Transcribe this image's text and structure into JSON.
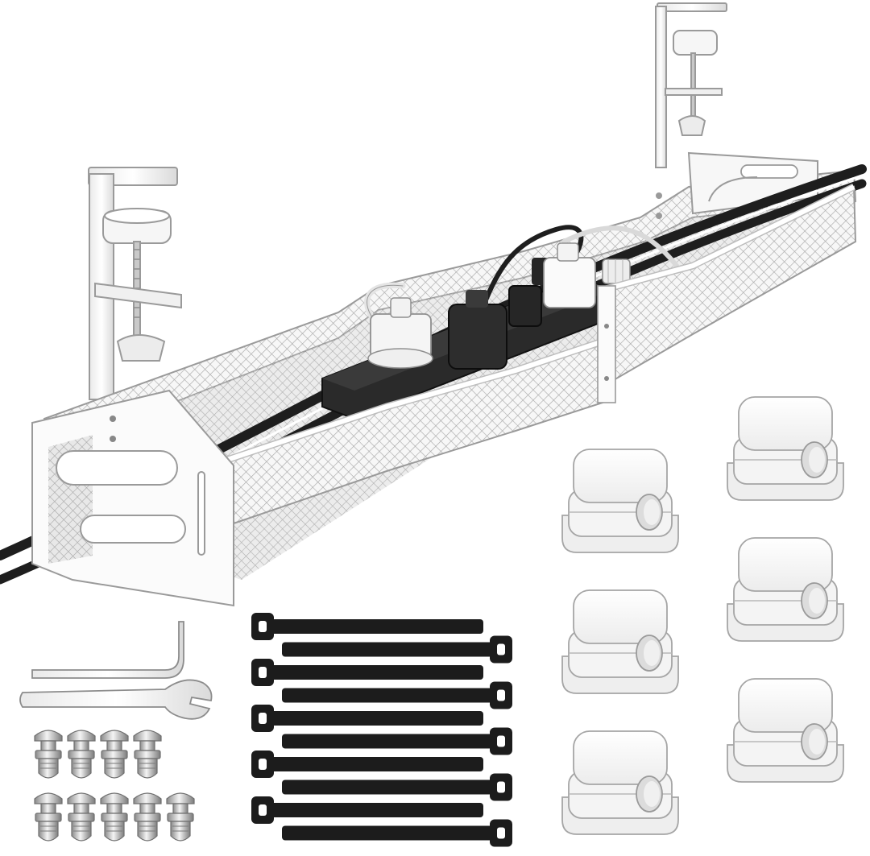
{
  "scene": {
    "items": [
      {
        "id": "cable-tray",
        "icon": "mesh-cable-tray",
        "color": "#ffffff"
      },
      {
        "id": "desk-clamp",
        "icon": "c-clamp",
        "count": 2
      },
      {
        "id": "power-strip",
        "icon": "power-strip",
        "color": "#2a2a2a"
      },
      {
        "id": "cable-clip",
        "icon": "adhesive-cable-clip",
        "count": 6
      },
      {
        "id": "cable-tie",
        "icon": "velcro-strap",
        "count": 10,
        "color": "#1c1c1c"
      },
      {
        "id": "hex-key",
        "icon": "allen-wrench",
        "count": 1
      },
      {
        "id": "wrench",
        "icon": "open-end-wrench",
        "count": 1
      },
      {
        "id": "bolt",
        "icon": "bolt-with-nut",
        "count": 9
      }
    ],
    "colors": {
      "background": "#ffffff",
      "metal": "#f2f2f2",
      "outline": "#9a9a9a",
      "cable": "#1e1e1e"
    }
  }
}
